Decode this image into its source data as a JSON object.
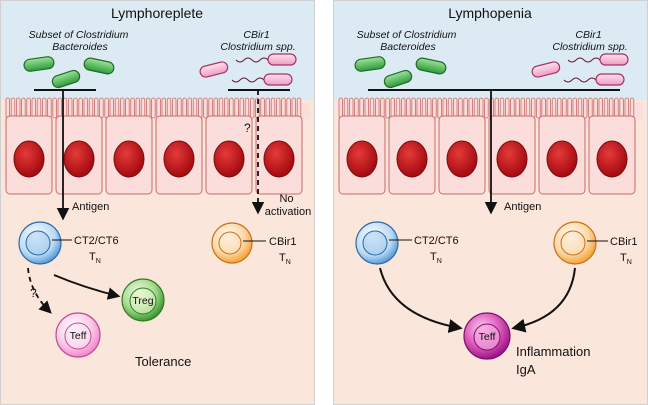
{
  "panels": [
    {
      "id": "left",
      "title": "Lymphoreplete",
      "microbe_label_a": [
        "Subset of Clostridium",
        "Bacteroides"
      ],
      "microbe_label_b": [
        "CBir1",
        "Clostridium spp."
      ],
      "question_mark_top": "?",
      "antigen_label": "Antigen",
      "no_activation_label": [
        "No",
        "activation"
      ],
      "cell_a_label": "CT2/CT6",
      "cell_a_sub": "T",
      "cell_a_sub_idx": "N",
      "cell_b_label": "CBir1",
      "cell_b_sub": "T",
      "cell_b_sub_idx": "N",
      "question_mark_bottom": "?",
      "treg_label": "Treg",
      "teff_label": "Teff",
      "outcome_label": "Tolerance"
    },
    {
      "id": "right",
      "title": "Lymphopenia",
      "microbe_label_a": [
        "Subset of Clostridium",
        "Bacteroides"
      ],
      "microbe_label_b": [
        "CBir1",
        "Clostridium spp."
      ],
      "antigen_label": "Antigen",
      "cell_a_label": "CT2/CT6",
      "cell_a_sub": "T",
      "cell_a_sub_idx": "N",
      "cell_b_label": "CBir1",
      "cell_b_sub": "T",
      "cell_b_sub_idx": "N",
      "teff_label": "Teff",
      "outcome_label": [
        "Inflammation",
        "IgA"
      ]
    }
  ],
  "colors": {
    "lumen": "#dcebf3",
    "lamina": "#fbe6dc",
    "epithelium": "#fbdedc",
    "nucleus": "#c8141b",
    "green_bacteria": "#43a047",
    "pink_bacteria": "#f4a9c8",
    "naive_blue": "#5b9fd8",
    "naive_orange": "#f3a53b",
    "treg_green": "#4caf3f",
    "teff_pink": "#e34ea8"
  }
}
